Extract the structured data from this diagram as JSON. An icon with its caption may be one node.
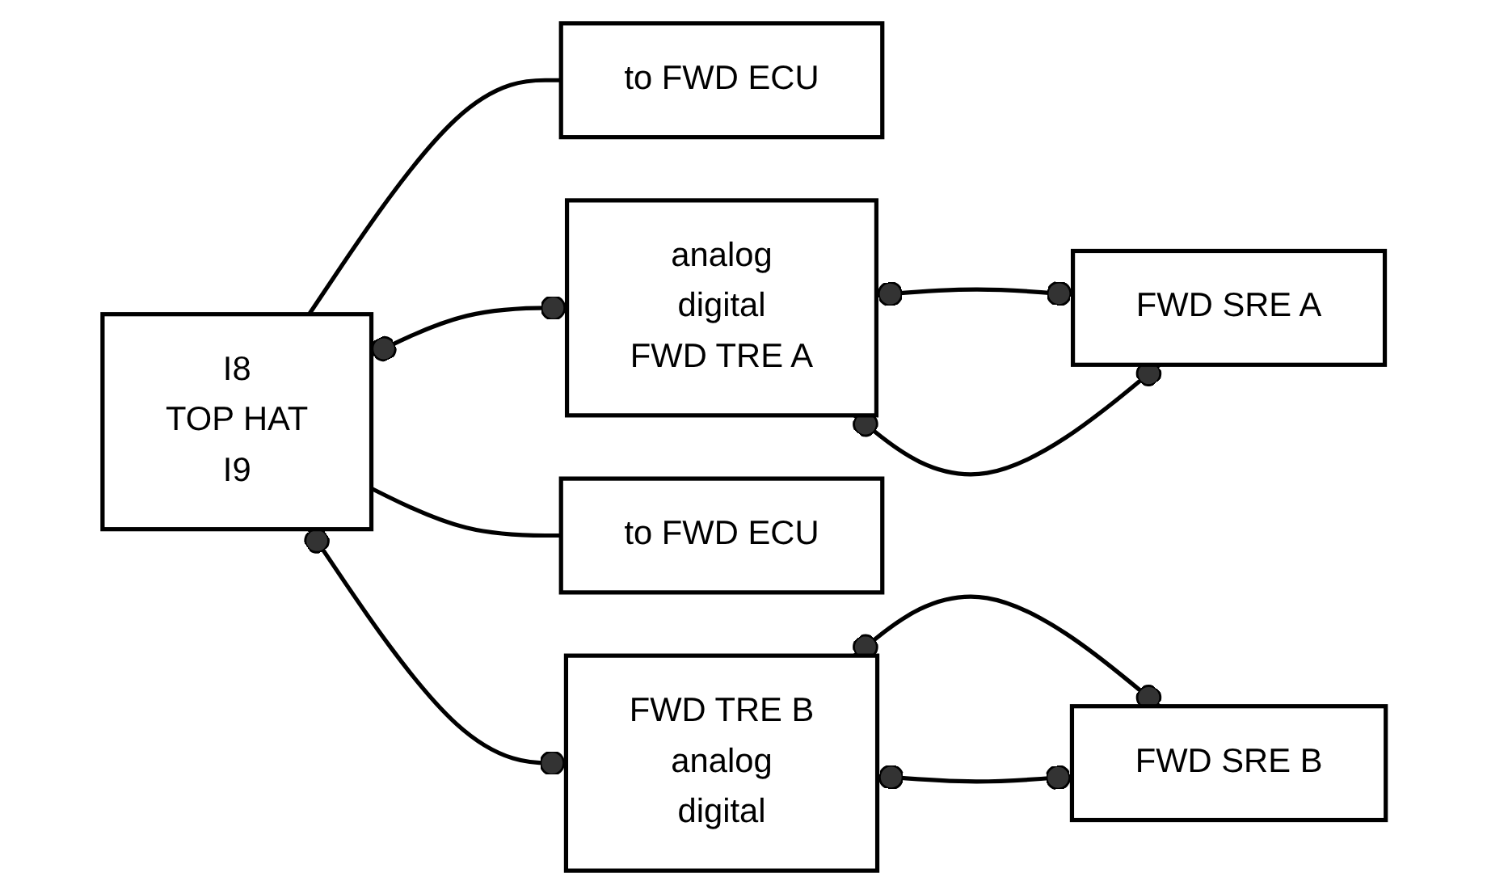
{
  "diagram": {
    "nodes": [
      {
        "text": [
          "I8",
          "TOP HAT",
          "I9"
        ]
      },
      {
        "text": [
          "to FWD ECU"
        ]
      },
      {
        "text": [
          "analog",
          "digital",
          "FWD TRE A"
        ]
      },
      {
        "text": [
          "FWD SRE A"
        ]
      },
      {
        "text": [
          "to FWD ECU"
        ]
      },
      {
        "text": [
          "FWD TRE B",
          "analog",
          "digital"
        ]
      },
      {
        "text": [
          "FWD SRE B"
        ]
      }
    ],
    "edges": [
      {
        "from": 0,
        "to": 2,
        "arrow": "other"
      },
      {
        "from": 0,
        "to": 1,
        "arrow": "none"
      },
      {
        "from": 2,
        "to": 3,
        "arrow": "other"
      },
      {
        "from": 2,
        "to": 3,
        "arrow": "other"
      },
      {
        "from": 0,
        "to": 5,
        "arrow": "other"
      },
      {
        "from": 0,
        "to": 4,
        "arrow": "none"
      },
      {
        "from": 5,
        "to": 6,
        "arrow": "other"
      },
      {
        "from": 5,
        "to": 6,
        "arrow": "other"
      }
    ]
  }
}
